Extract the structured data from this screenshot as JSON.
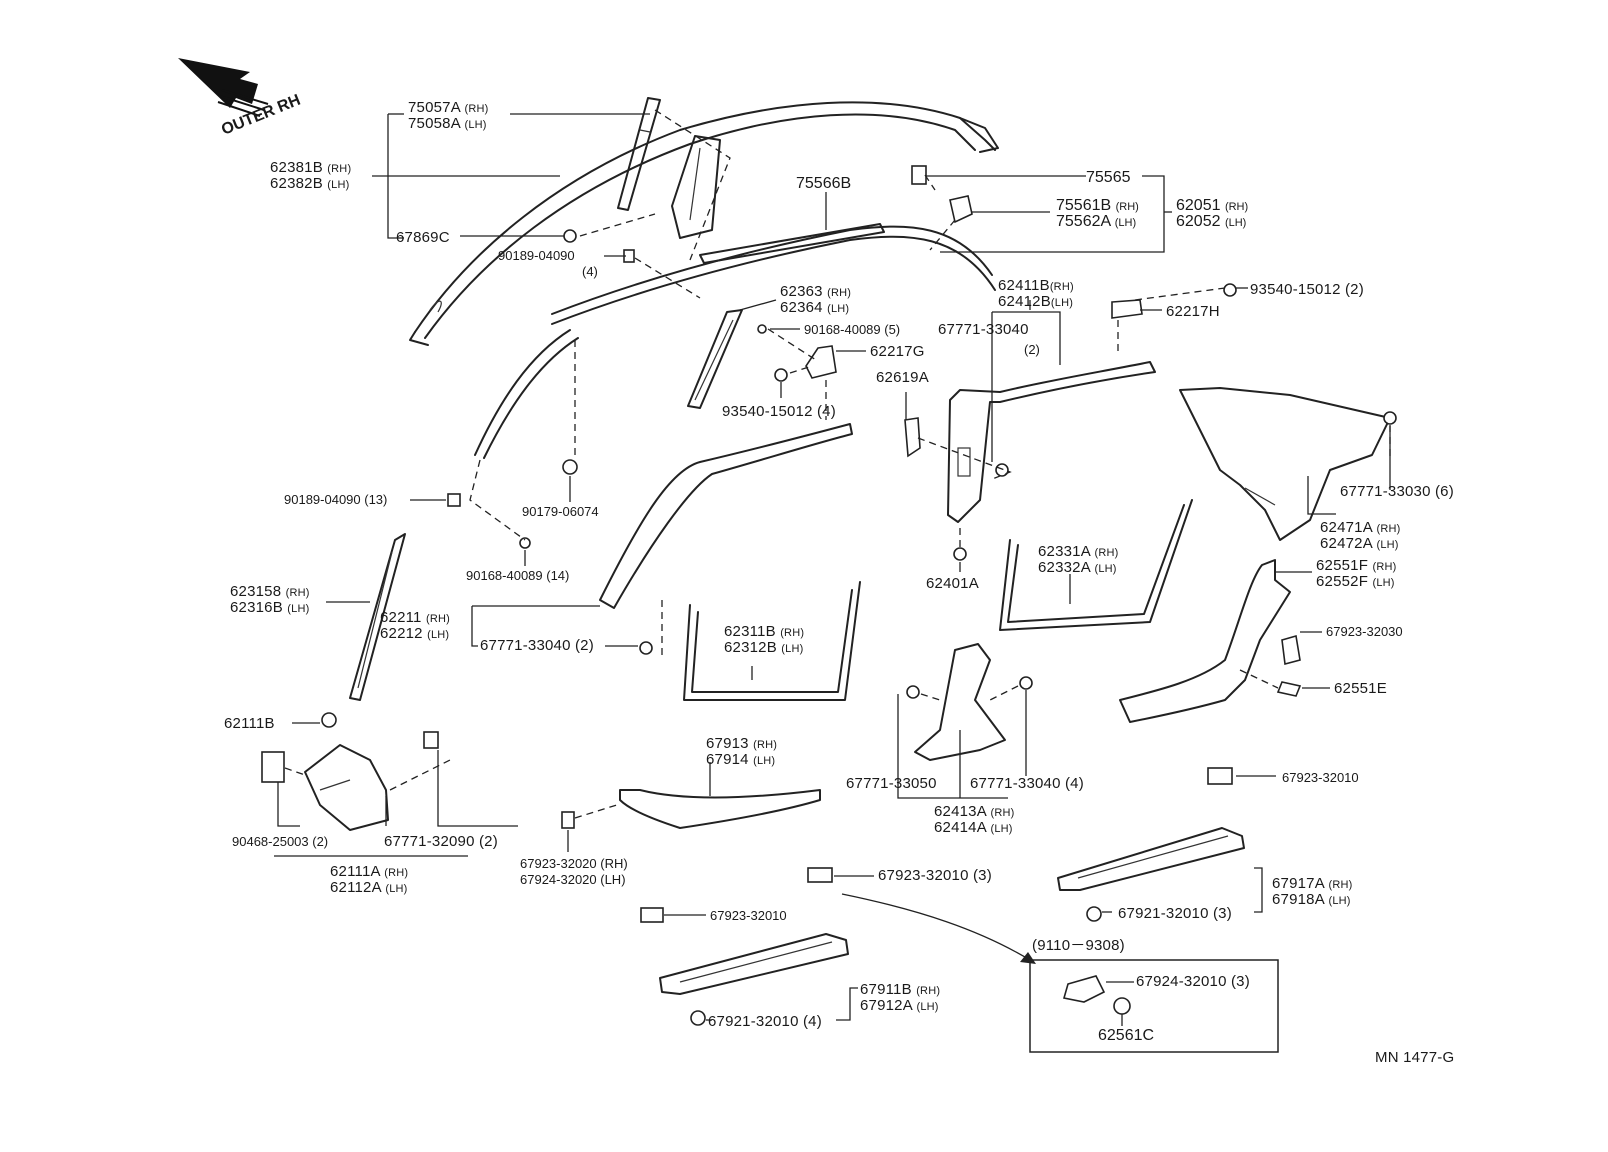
{
  "diagram": {
    "orientation_label": "OUTER RH",
    "drawing_code": "MN 1477-G",
    "inset_label": "(9110－9308)",
    "parts": {
      "p75057": {
        "number": "75057A",
        "suffix": "(RH)"
      },
      "p75058": {
        "number": "75058A",
        "suffix": "(LH)"
      },
      "p62381": {
        "number": "62381B",
        "suffix": "(RH)"
      },
      "p62382": {
        "number": "62382B",
        "suffix": "(LH)"
      },
      "p67869": {
        "number": "67869C",
        "suffix": ""
      },
      "p90189a": {
        "number": "90189-04090",
        "suffix": ""
      },
      "p90189a_qty": {
        "number": "(4)",
        "suffix": ""
      },
      "p75566": {
        "number": "75566B",
        "suffix": ""
      },
      "p75565": {
        "number": "75565",
        "suffix": ""
      },
      "p75561": {
        "number": "75561B",
        "suffix": "(RH)"
      },
      "p75562": {
        "number": "75562A",
        "suffix": "(LH)"
      },
      "p62051": {
        "number": "62051",
        "suffix": "(RH)"
      },
      "p62052": {
        "number": "62052",
        "suffix": "(LH)"
      },
      "p62363": {
        "number": "62363",
        "suffix": "(RH)"
      },
      "p62364": {
        "number": "62364",
        "suffix": "(LH)"
      },
      "p90168a": {
        "number": "90168-40089 (5)",
        "suffix": ""
      },
      "p62217g": {
        "number": "62217G",
        "suffix": ""
      },
      "p93540a": {
        "number": "93540-15012 (4)",
        "suffix": ""
      },
      "p62411": {
        "number": "62411B",
        "suffix": "(RH)"
      },
      "p62412": {
        "number": "62412B",
        "suffix": "(LH)"
      },
      "p93540b": {
        "number": "93540-15012 (2)",
        "suffix": ""
      },
      "p62217h": {
        "number": "62217H",
        "suffix": ""
      },
      "p67771a": {
        "number": "67771-33040",
        "suffix": ""
      },
      "p67771a_qty": {
        "number": "(2)",
        "suffix": ""
      },
      "p62619": {
        "number": "62619A",
        "suffix": ""
      },
      "p90179": {
        "number": "90179-06074",
        "suffix": ""
      },
      "p90189b": {
        "number": "90189-04090 (13)",
        "suffix": ""
      },
      "p90168b": {
        "number": "90168-40089 (14)",
        "suffix": ""
      },
      "p62315": {
        "number": "623158",
        "suffix": "(RH)"
      },
      "p62316": {
        "number": "62316B",
        "suffix": "(LH)"
      },
      "p62211": {
        "number": "62211",
        "suffix": "(RH)"
      },
      "p62212": {
        "number": "62212",
        "suffix": "(LH)"
      },
      "p67771b": {
        "number": "67771-33040 (2)",
        "suffix": ""
      },
      "p62311": {
        "number": "62311B",
        "suffix": "(RH)"
      },
      "p62312": {
        "number": "62312B",
        "suffix": "(LH)"
      },
      "p62401": {
        "number": "62401A",
        "suffix": ""
      },
      "p62331": {
        "number": "62331A",
        "suffix": "(RH)"
      },
      "p62332": {
        "number": "62332A",
        "suffix": "(LH)"
      },
      "p67771c": {
        "number": "67771-33030 (6)",
        "suffix": ""
      },
      "p62471": {
        "number": "62471A",
        "suffix": "(RH)"
      },
      "p62472": {
        "number": "62472A",
        "suffix": "(LH)"
      },
      "p62551f": {
        "number": "62551F",
        "suffix": "(RH)"
      },
      "p62552f": {
        "number": "62552F",
        "suffix": "(LH)"
      },
      "p67923a": {
        "number": "67923-32030",
        "suffix": ""
      },
      "p62551e": {
        "number": "62551E",
        "suffix": ""
      },
      "p62111b": {
        "number": "62111B",
        "suffix": ""
      },
      "p90468": {
        "number": "90468-25003 (2)",
        "suffix": ""
      },
      "p67771d": {
        "number": "67771-32090 (2)",
        "suffix": ""
      },
      "p62111a": {
        "number": "62111A",
        "suffix": "(RH)"
      },
      "p62112a": {
        "number": "62112A",
        "suffix": "(LH)"
      },
      "p67913": {
        "number": "67913",
        "suffix": "(RH)"
      },
      "p67914": {
        "number": "67914",
        "suffix": "(LH)"
      },
      "p67923b": {
        "number": "67923-32020 (RH)",
        "suffix": ""
      },
      "p67924b": {
        "number": "67924-32020 (LH)",
        "suffix": ""
      },
      "p67771e": {
        "number": "67771-33050",
        "suffix": ""
      },
      "p67771f": {
        "number": "67771-33040 (4)",
        "suffix": ""
      },
      "p62413": {
        "number": "62413A",
        "suffix": "(RH)"
      },
      "p62414": {
        "number": "62414A",
        "suffix": "(LH)"
      },
      "p67923c": {
        "number": "67923-32010",
        "suffix": ""
      },
      "p67923d": {
        "number": "67923-32010 (3)",
        "suffix": ""
      },
      "p67917": {
        "number": "67917A",
        "suffix": "(RH)"
      },
      "p67918": {
        "number": "67918A",
        "suffix": "(LH)"
      },
      "p67921a": {
        "number": "67921-32010 (3)",
        "suffix": ""
      },
      "p67923e": {
        "number": "67923-32010",
        "suffix": ""
      },
      "p67911": {
        "number": "67911B",
        "suffix": "(RH)"
      },
      "p67912": {
        "number": "67912A",
        "suffix": "(LH)"
      },
      "p67921b": {
        "number": "67921-32010 (4)",
        "suffix": ""
      },
      "p67924c": {
        "number": "67924-32010 (3)",
        "suffix": ""
      },
      "p62561": {
        "number": "62561C",
        "suffix": ""
      }
    }
  }
}
